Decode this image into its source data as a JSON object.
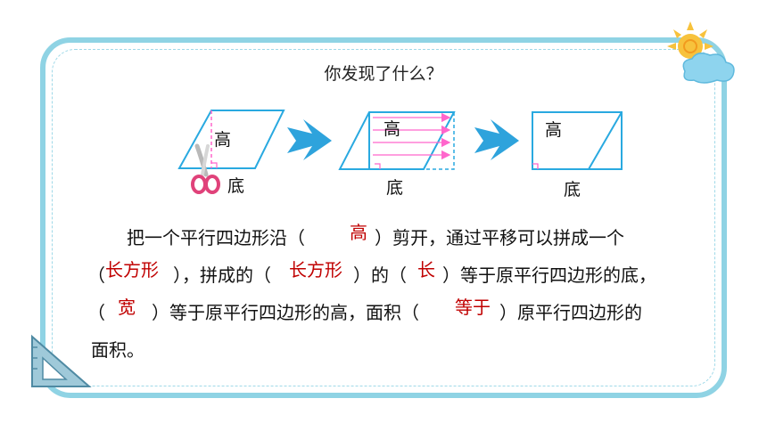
{
  "title": "你发现了什么？",
  "diagram": {
    "height_label": "高",
    "base_label": "底"
  },
  "paragraph": {
    "line1_a": "把一个平行四边形沿（",
    "line1_b": "）剪开，通过平移可以拼成一个",
    "line2_a": "（",
    "line2_b": "），拼成的（",
    "line2_c": "）的（",
    "line2_d": "）等于原平行四边形的底，",
    "line3_a": "（",
    "line3_b": "）等于原平行四边形的高，面积（",
    "line3_c": "）原平行四边形的",
    "line4": "面积。"
  },
  "answers": {
    "a1": "高",
    "a2": "长方形",
    "a3": "长方形",
    "a4": "长",
    "a5": "宽",
    "a6": "等于"
  },
  "colors": {
    "frame": "#8fd3e4",
    "shape_stroke": "#29a9e0",
    "arrow": "#2ea3dc",
    "answer": "#c00000",
    "guide_line": "#ff66cc"
  }
}
